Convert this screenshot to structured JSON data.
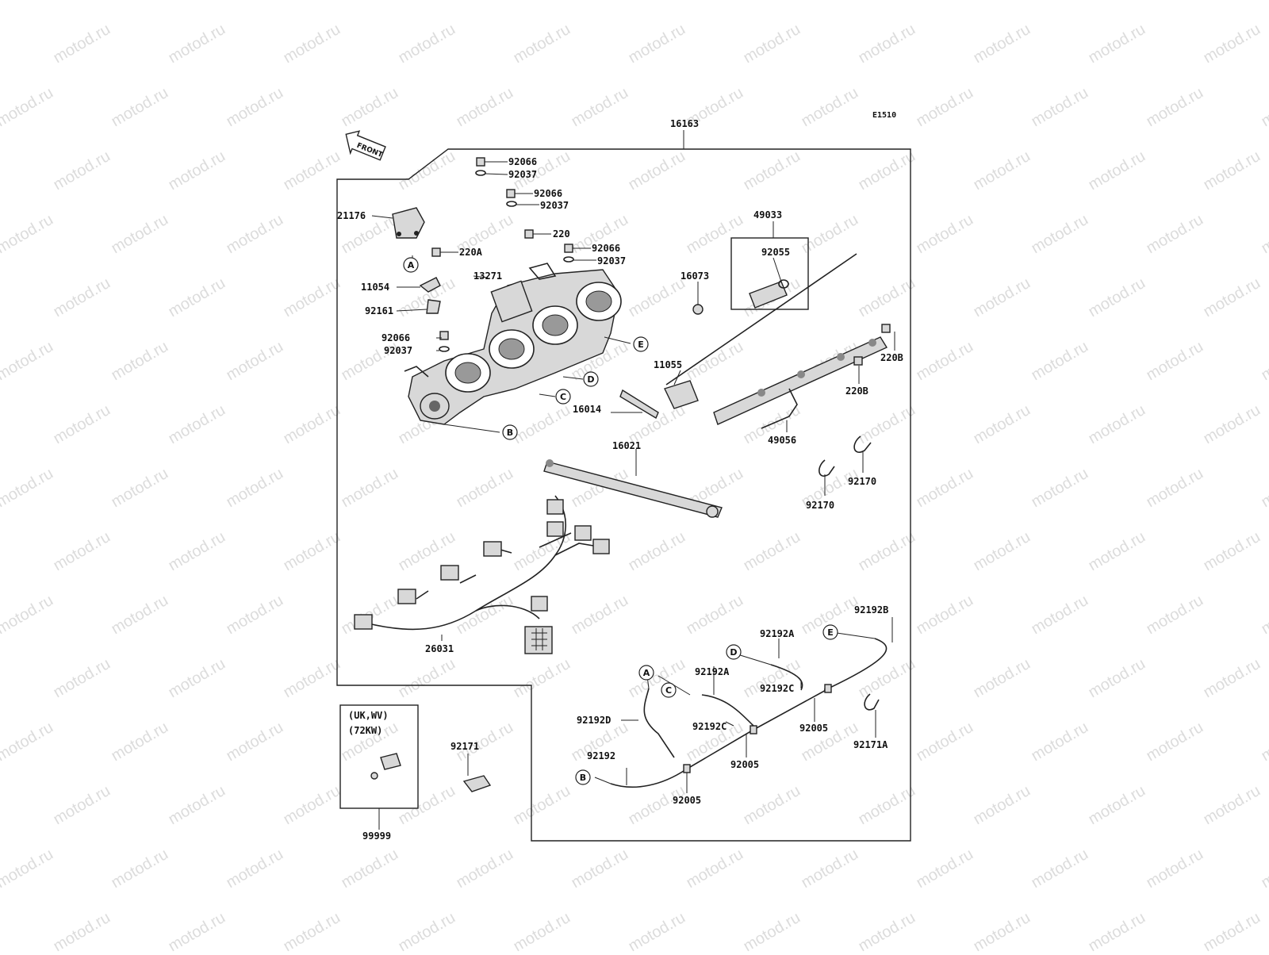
{
  "diagram_code": "E1510",
  "front_arrow_label": "FRONT",
  "watermark_text": "motod.ru",
  "labels": [
    {
      "id": "16163",
      "text": "16163"
    },
    {
      "id": "92066a",
      "text": "92066"
    },
    {
      "id": "92037a",
      "text": "92037"
    },
    {
      "id": "92066b",
      "text": "92066"
    },
    {
      "id": "92037b",
      "text": "92037"
    },
    {
      "id": "220",
      "text": "220"
    },
    {
      "id": "92066c",
      "text": "92066"
    },
    {
      "id": "92037c",
      "text": "92037"
    },
    {
      "id": "21176",
      "text": "21176"
    },
    {
      "id": "220A",
      "text": "220A"
    },
    {
      "id": "13271",
      "text": "13271"
    },
    {
      "id": "11054",
      "text": "11054"
    },
    {
      "id": "92161",
      "text": "92161"
    },
    {
      "id": "92066d",
      "text": "92066"
    },
    {
      "id": "92037d",
      "text": "92037"
    },
    {
      "id": "49033",
      "text": "49033"
    },
    {
      "id": "92055",
      "text": "92055"
    },
    {
      "id": "16073",
      "text": "16073"
    },
    {
      "id": "11055",
      "text": "11055"
    },
    {
      "id": "220Ba",
      "text": "220B"
    },
    {
      "id": "220Bb",
      "text": "220B"
    },
    {
      "id": "16014",
      "text": "16014"
    },
    {
      "id": "49056",
      "text": "49056"
    },
    {
      "id": "16021",
      "text": "16021"
    },
    {
      "id": "92170a",
      "text": "92170"
    },
    {
      "id": "92170b",
      "text": "92170"
    },
    {
      "id": "26031",
      "text": "26031"
    },
    {
      "id": "92192B",
      "text": "92192B"
    },
    {
      "id": "92192Aa",
      "text": "92192A"
    },
    {
      "id": "92192Ab",
      "text": "92192A"
    },
    {
      "id": "92192Ca",
      "text": "92192C"
    },
    {
      "id": "92192Cb",
      "text": "92192C"
    },
    {
      "id": "92192D",
      "text": "92192D"
    },
    {
      "id": "92192",
      "text": "92192"
    },
    {
      "id": "92005a",
      "text": "92005"
    },
    {
      "id": "92005b",
      "text": "92005"
    },
    {
      "id": "92005c",
      "text": "92005"
    },
    {
      "id": "92171A",
      "text": "92171A"
    },
    {
      "id": "92171",
      "text": "92171"
    },
    {
      "id": "99999",
      "text": "99999"
    },
    {
      "id": "region1",
      "text": "(UK,WV)"
    },
    {
      "id": "region2",
      "text": "(72KW)"
    }
  ],
  "ref_letters": [
    "A",
    "B",
    "C",
    "D",
    "E",
    "A",
    "B",
    "C",
    "D",
    "E"
  ]
}
